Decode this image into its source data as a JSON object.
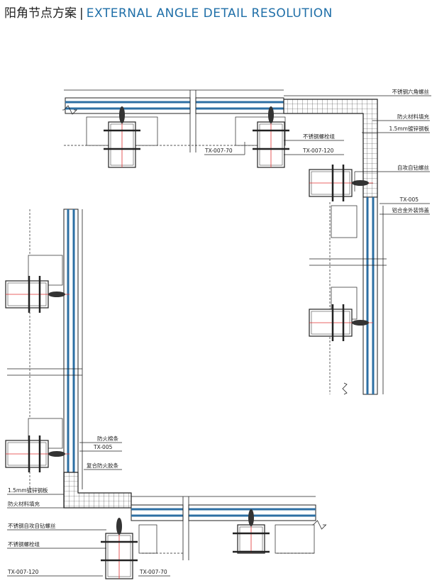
{
  "title": {
    "cn": "阳角节点方案",
    "separator": "|",
    "en": "EXTERNAL ANGLE DETAIL RESOLUTION"
  },
  "colors": {
    "glass": "#2d6fa3",
    "axis": "#e03030",
    "line": "#222222",
    "accent": "#1f6fa8"
  },
  "labels_top": {
    "hex_screw": "不锈钢六角螺丝",
    "fire_fill": "防火材料填充",
    "steel_plate": "1.5mm镀锌钢板",
    "bolt_group": "不锈钢螺栓组",
    "tx120": "TX-007-120",
    "tx70": "TX-007-70",
    "self_drill": "自攻自钻螺丝",
    "tx005": "TX-005",
    "cover": "铝合金外装饰盖"
  },
  "labels_bottom": {
    "fire_strip": "防火棉条",
    "tx005": "TX-005",
    "fire_gasket": "复合防火胶条",
    "steel_plate": "1.5mm镀锌钢板",
    "fire_fill": "防火材料填充",
    "ss_self_drill": "不锈钢自攻自钻螺丝",
    "bolt_group": "不锈钢螺栓组",
    "tx120": "TX-007-120",
    "tx70": "TX-007-70"
  }
}
